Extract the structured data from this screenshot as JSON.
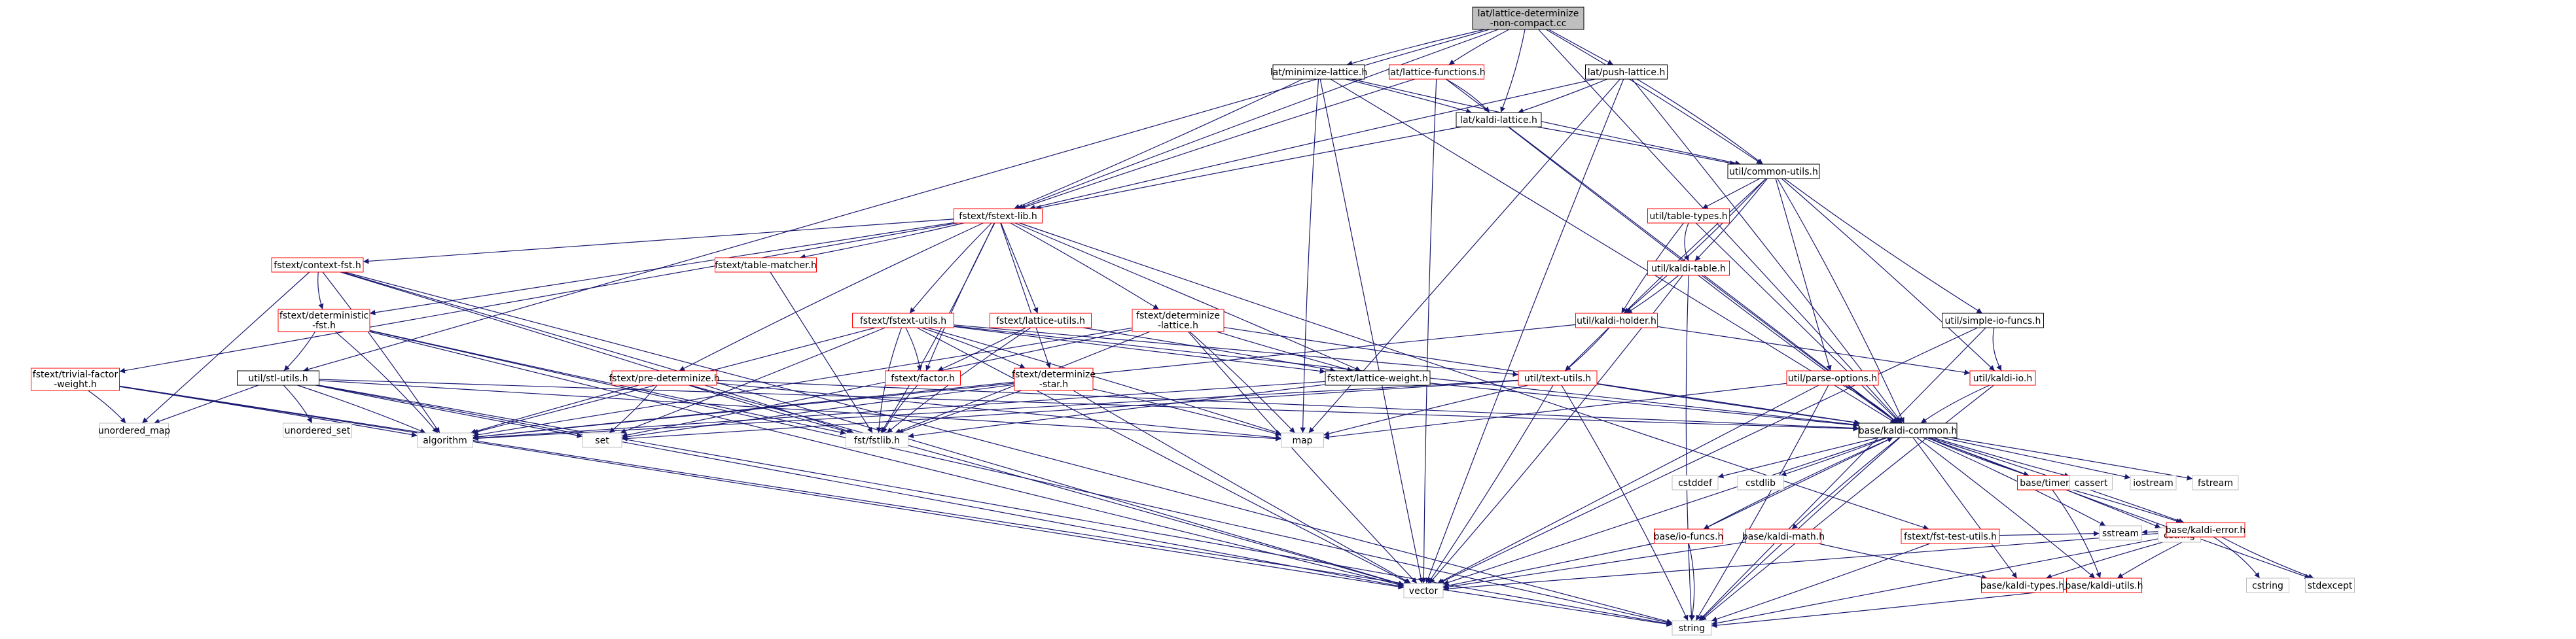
{
  "colors": {
    "edge": "#191970",
    "node_border": "#000000",
    "red_border": "#ff0000",
    "gray_border": "#bfbfbf",
    "root_fill": "#bfbfbf",
    "text": "#000000"
  },
  "nodes": [
    {
      "id": "root",
      "lines": [
        "lat/lattice-determinize",
        "-non-compact.cc"
      ],
      "style": "root"
    },
    {
      "id": "minimize",
      "lines": [
        "lat/minimize-lattice.h"
      ],
      "style": "black"
    },
    {
      "id": "latfunc",
      "lines": [
        "lat/lattice-functions.h"
      ],
      "style": "red"
    },
    {
      "id": "push",
      "lines": [
        "lat/push-lattice.h"
      ],
      "style": "black"
    },
    {
      "id": "kaldilattice",
      "lines": [
        "lat/kaldi-lattice.h"
      ],
      "style": "black"
    },
    {
      "id": "commonutils",
      "lines": [
        "util/common-utils.h"
      ],
      "style": "black"
    },
    {
      "id": "fstextlib",
      "lines": [
        "fstext/fstext-lib.h"
      ],
      "style": "red"
    },
    {
      "id": "tabletypes",
      "lines": [
        "util/table-types.h"
      ],
      "style": "red"
    },
    {
      "id": "kalditable",
      "lines": [
        "util/kaldi-table.h"
      ],
      "style": "red"
    },
    {
      "id": "contextfst",
      "lines": [
        "fstext/context-fst.h"
      ],
      "style": "red"
    },
    {
      "id": "tablematcher",
      "lines": [
        "fstext/table-matcher.h"
      ],
      "style": "red"
    },
    {
      "id": "detfst",
      "lines": [
        "fstext/deterministic",
        "-fst.h"
      ],
      "style": "red"
    },
    {
      "id": "fstextutils",
      "lines": [
        "fstext/fstext-utils.h"
      ],
      "style": "red"
    },
    {
      "id": "latutils",
      "lines": [
        "fstext/lattice-utils.h"
      ],
      "style": "red"
    },
    {
      "id": "detlat",
      "lines": [
        "fstext/determinize",
        "-lattice.h"
      ],
      "style": "red"
    },
    {
      "id": "kaldiholder",
      "lines": [
        "util/kaldi-holder.h"
      ],
      "style": "red"
    },
    {
      "id": "simpleio",
      "lines": [
        "util/simple-io-funcs.h"
      ],
      "style": "black"
    },
    {
      "id": "trivial",
      "lines": [
        "fstext/trivial-factor",
        "-weight.h"
      ],
      "style": "red"
    },
    {
      "id": "stlutils",
      "lines": [
        "util/stl-utils.h"
      ],
      "style": "black"
    },
    {
      "id": "predet",
      "lines": [
        "fstext/pre-determinize.h"
      ],
      "style": "red"
    },
    {
      "id": "factor",
      "lines": [
        "fstext/factor.h"
      ],
      "style": "red"
    },
    {
      "id": "detstar",
      "lines": [
        "fstext/determinize",
        "-star.h"
      ],
      "style": "red"
    },
    {
      "id": "latweight",
      "lines": [
        "fstext/lattice-weight.h"
      ],
      "style": "black"
    },
    {
      "id": "textutils",
      "lines": [
        "util/text-utils.h"
      ],
      "style": "red"
    },
    {
      "id": "parseopts",
      "lines": [
        "util/parse-options.h"
      ],
      "style": "red"
    },
    {
      "id": "kaldiio",
      "lines": [
        "util/kaldi-io.h"
      ],
      "style": "red"
    },
    {
      "id": "unordered_map",
      "lines": [
        "unordered_map"
      ],
      "style": "gray"
    },
    {
      "id": "unordered_set",
      "lines": [
        "unordered_set"
      ],
      "style": "gray"
    },
    {
      "id": "algorithm",
      "lines": [
        "algorithm"
      ],
      "style": "gray"
    },
    {
      "id": "set",
      "lines": [
        "set"
      ],
      "style": "gray"
    },
    {
      "id": "fstlib",
      "lines": [
        "fst/fstlib.h"
      ],
      "style": "gray"
    },
    {
      "id": "map",
      "lines": [
        "map"
      ],
      "style": "gray"
    },
    {
      "id": "basecommon",
      "lines": [
        "base/kaldi-common.h"
      ],
      "style": "black"
    },
    {
      "id": "cstddef",
      "lines": [
        "cstddef"
      ],
      "style": "gray"
    },
    {
      "id": "cstdlib",
      "lines": [
        "cstdlib"
      ],
      "style": "gray"
    },
    {
      "id": "cstring",
      "lines": [
        "cstring"
      ],
      "style": "gray"
    },
    {
      "id": "basetimer",
      "lines": [
        "base/timer.h"
      ],
      "style": "red"
    },
    {
      "id": "cassert",
      "lines": [
        "cassert"
      ],
      "style": "gray"
    },
    {
      "id": "iostream",
      "lines": [
        "iostream"
      ],
      "style": "gray"
    },
    {
      "id": "fstream",
      "lines": [
        "fstream"
      ],
      "style": "gray"
    },
    {
      "id": "kaldierror",
      "lines": [
        "base/kaldi-error.h"
      ],
      "style": "red"
    },
    {
      "id": "iofuncs",
      "lines": [
        "base/io-funcs.h"
      ],
      "style": "red"
    },
    {
      "id": "kaldimath",
      "lines": [
        "base/kaldi-math.h"
      ],
      "style": "red"
    },
    {
      "id": "fsttestutils",
      "lines": [
        "fstext/fst-test-utils.h"
      ],
      "style": "red"
    },
    {
      "id": "vector",
      "lines": [
        "vector"
      ],
      "style": "gray"
    },
    {
      "id": "kalditypes",
      "lines": [
        "base/kaldi-types.h"
      ],
      "style": "red"
    },
    {
      "id": "kaldiutils",
      "lines": [
        "base/kaldi-utils.h"
      ],
      "style": "red"
    },
    {
      "id": "sstream",
      "lines": [
        "sstream"
      ],
      "style": "gray"
    },
    {
      "id": "cstring2",
      "lines": [
        "cstring"
      ],
      "style": "gray"
    },
    {
      "id": "stdexcept",
      "lines": [
        "stdexcept"
      ],
      "style": "gray"
    },
    {
      "id": "string",
      "lines": [
        "string"
      ],
      "style": "gray"
    }
  ],
  "edges": [
    [
      "root",
      "minimize"
    ],
    [
      "root",
      "latfunc"
    ],
    [
      "root",
      "push"
    ],
    [
      "root",
      "kaldilattice"
    ],
    [
      "root",
      "commonutils"
    ],
    [
      "root",
      "fstextlib"
    ],
    [
      "root",
      "stlutils"
    ],
    [
      "root",
      "basecommon"
    ],
    [
      "minimize",
      "kaldilattice"
    ],
    [
      "minimize",
      "fstextlib"
    ],
    [
      "minimize",
      "commonutils"
    ],
    [
      "minimize",
      "map"
    ],
    [
      "minimize",
      "vector"
    ],
    [
      "minimize",
      "basecommon"
    ],
    [
      "latfunc",
      "kaldilattice"
    ],
    [
      "latfunc",
      "fstextlib"
    ],
    [
      "latfunc",
      "vector"
    ],
    [
      "latfunc",
      "basecommon"
    ],
    [
      "push",
      "kaldilattice"
    ],
    [
      "push",
      "commonutils"
    ],
    [
      "push",
      "fstextlib"
    ],
    [
      "push",
      "vector"
    ],
    [
      "push",
      "map"
    ],
    [
      "push",
      "basecommon"
    ],
    [
      "kaldilattice",
      "commonutils"
    ],
    [
      "kaldilattice",
      "fstextlib"
    ],
    [
      "kaldilattice",
      "basecommon"
    ],
    [
      "commonutils",
      "tabletypes"
    ],
    [
      "commonutils",
      "kalditable"
    ],
    [
      "commonutils",
      "kaldiholder"
    ],
    [
      "commonutils",
      "simpleio"
    ],
    [
      "commonutils",
      "textutils"
    ],
    [
      "commonutils",
      "parseopts"
    ],
    [
      "commonutils",
      "kaldiio"
    ],
    [
      "commonutils",
      "basecommon"
    ],
    [
      "tabletypes",
      "kalditable"
    ],
    [
      "tabletypes",
      "kaldiholder"
    ],
    [
      "tabletypes",
      "basecommon"
    ],
    [
      "kalditable",
      "kaldiholder"
    ],
    [
      "kalditable",
      "vector"
    ],
    [
      "kalditable",
      "string"
    ],
    [
      "kalditable",
      "basecommon"
    ],
    [
      "kaldiholder",
      "kaldiio"
    ],
    [
      "kaldiholder",
      "textutils"
    ],
    [
      "kaldiholder",
      "algorithm"
    ],
    [
      "simpleio",
      "kaldiio"
    ],
    [
      "simpleio",
      "vector"
    ],
    [
      "simpleio",
      "string"
    ],
    [
      "fstextlib",
      "contextfst"
    ],
    [
      "fstextlib",
      "tablematcher"
    ],
    [
      "fstextlib",
      "detfst"
    ],
    [
      "fstextlib",
      "fstextutils"
    ],
    [
      "fstextlib",
      "latutils"
    ],
    [
      "fstextlib",
      "detlat"
    ],
    [
      "fstextlib",
      "trivial"
    ],
    [
      "fstextlib",
      "predet"
    ],
    [
      "fstextlib",
      "factor"
    ],
    [
      "fstextlib",
      "detstar"
    ],
    [
      "fstextlib",
      "latweight"
    ],
    [
      "fstextlib",
      "fstlib"
    ],
    [
      "fstextlib",
      "fsttestutils"
    ],
    [
      "contextfst",
      "detfst"
    ],
    [
      "contextfst",
      "unordered_map"
    ],
    [
      "contextfst",
      "algorithm"
    ],
    [
      "contextfst",
      "fstlib"
    ],
    [
      "contextfst",
      "vector"
    ],
    [
      "contextfst",
      "string"
    ],
    [
      "tablematcher",
      "fstlib"
    ],
    [
      "detfst",
      "stlutils"
    ],
    [
      "detfst",
      "algorithm"
    ],
    [
      "detfst",
      "fstlib"
    ],
    [
      "detfst",
      "vector"
    ],
    [
      "detfst",
      "string"
    ],
    [
      "fstextutils",
      "factor"
    ],
    [
      "fstextutils",
      "detstar"
    ],
    [
      "fstextutils",
      "latweight"
    ],
    [
      "fstextutils",
      "textutils"
    ],
    [
      "fstextutils",
      "algorithm"
    ],
    [
      "fstextutils",
      "set"
    ],
    [
      "fstextutils",
      "map"
    ],
    [
      "fstextutils",
      "fstlib"
    ],
    [
      "fstextutils",
      "vector"
    ],
    [
      "fstextutils",
      "basecommon"
    ],
    [
      "latutils",
      "factor"
    ],
    [
      "latutils",
      "latweight"
    ],
    [
      "latutils",
      "fstlib"
    ],
    [
      "detlat",
      "latweight"
    ],
    [
      "detlat",
      "fstlib"
    ],
    [
      "detlat",
      "map"
    ],
    [
      "detlat",
      "set"
    ],
    [
      "detlat",
      "algorithm"
    ],
    [
      "detlat",
      "vector"
    ],
    [
      "detlat",
      "basecommon"
    ],
    [
      "trivial",
      "unordered_map"
    ],
    [
      "trivial",
      "algorithm"
    ],
    [
      "trivial",
      "vector"
    ],
    [
      "trivial",
      "string"
    ],
    [
      "stlutils",
      "unordered_map"
    ],
    [
      "stlutils",
      "unordered_set"
    ],
    [
      "stlutils",
      "algorithm"
    ],
    [
      "stlutils",
      "set"
    ],
    [
      "stlutils",
      "map"
    ],
    [
      "stlutils",
      "vector"
    ],
    [
      "stlutils",
      "string"
    ],
    [
      "stlutils",
      "basecommon"
    ],
    [
      "predet",
      "fstlib"
    ],
    [
      "predet",
      "algorithm"
    ],
    [
      "predet",
      "map"
    ],
    [
      "predet",
      "set"
    ],
    [
      "predet",
      "vector"
    ],
    [
      "predet",
      "basecommon"
    ],
    [
      "factor",
      "fstlib"
    ],
    [
      "detstar",
      "fstlib"
    ],
    [
      "detstar",
      "algorithm"
    ],
    [
      "detstar",
      "map"
    ],
    [
      "detstar",
      "set"
    ],
    [
      "detstar",
      "vector"
    ],
    [
      "latweight",
      "fstlib"
    ],
    [
      "latweight",
      "algorithm"
    ],
    [
      "latweight",
      "basecommon"
    ],
    [
      "textutils",
      "algorithm"
    ],
    [
      "textutils",
      "map"
    ],
    [
      "textutils",
      "set"
    ],
    [
      "textutils",
      "vector"
    ],
    [
      "textutils",
      "string"
    ],
    [
      "textutils",
      "basecommon"
    ],
    [
      "parseopts",
      "map"
    ],
    [
      "parseopts",
      "vector"
    ],
    [
      "parseopts",
      "string"
    ],
    [
      "parseopts",
      "basecommon"
    ],
    [
      "kaldiio",
      "basecommon"
    ],
    [
      "kaldiio",
      "string"
    ],
    [
      "basecommon",
      "cstddef"
    ],
    [
      "basecommon",
      "cstdlib"
    ],
    [
      "basecommon",
      "cstring"
    ],
    [
      "basecommon",
      "basetimer"
    ],
    [
      "basecommon",
      "cassert"
    ],
    [
      "basecommon",
      "iostream"
    ],
    [
      "basecommon",
      "fstream"
    ],
    [
      "basecommon",
      "kaldierror"
    ],
    [
      "basecommon",
      "iofuncs"
    ],
    [
      "basecommon",
      "kaldimath"
    ],
    [
      "basecommon",
      "kalditypes"
    ],
    [
      "basecommon",
      "kaldiutils"
    ],
    [
      "basecommon",
      "sstream"
    ],
    [
      "basecommon",
      "stdexcept"
    ],
    [
      "basecommon",
      "string"
    ],
    [
      "basecommon",
      "vector"
    ],
    [
      "basetimer",
      "kaldierror"
    ],
    [
      "basetimer",
      "kaldiutils"
    ],
    [
      "kaldierror",
      "kalditypes"
    ],
    [
      "kaldierror",
      "kaldiutils"
    ],
    [
      "kaldierror",
      "vector"
    ],
    [
      "kaldierror",
      "sstream"
    ],
    [
      "kaldierror",
      "cstring2"
    ],
    [
      "kaldierror",
      "stdexcept"
    ],
    [
      "kaldierror",
      "string"
    ],
    [
      "iofuncs",
      "basecommon"
    ],
    [
      "iofuncs",
      "vector"
    ],
    [
      "iofuncs",
      "string"
    ],
    [
      "kaldimath",
      "kalditypes"
    ],
    [
      "kaldimath",
      "vector"
    ],
    [
      "fsttestutils",
      "sstream"
    ],
    [
      "fsttestutils",
      "string"
    ],
    [
      "kaldiutils",
      "string"
    ]
  ]
}
